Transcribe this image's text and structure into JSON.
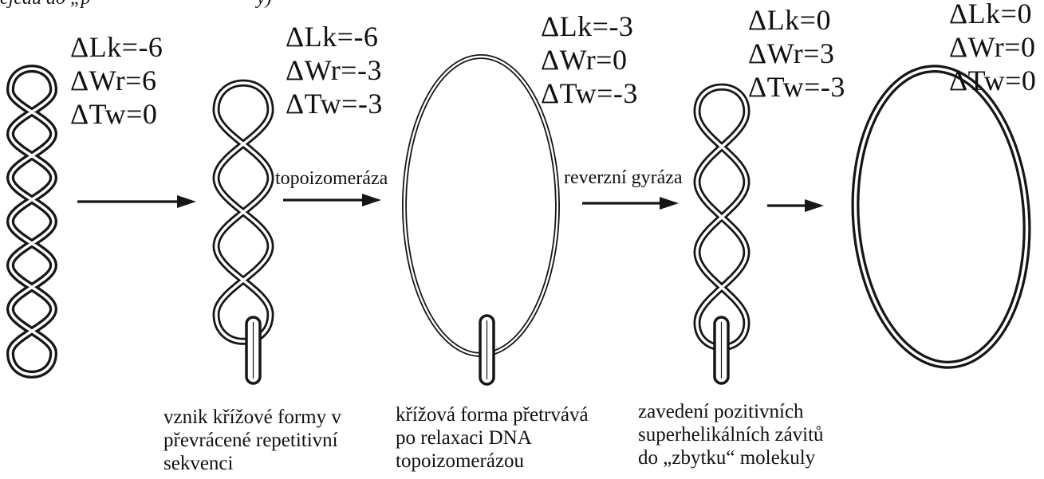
{
  "colors": {
    "ink": "#161616",
    "paper": "#ffffff"
  },
  "heading_fragment": {
    "left": "ejedu do „p",
    "right": "y)"
  },
  "states": [
    {
      "dLk": "ΔLk=-6",
      "dWr": "ΔWr=6",
      "dTw": "ΔTw=0"
    },
    {
      "dLk": "ΔLk=-6",
      "dWr": "ΔWr=-3",
      "dTw": "ΔTw=-3"
    },
    {
      "dLk": "ΔLk=-3",
      "dWr": "ΔWr=0",
      "dTw": "ΔTw=-3"
    },
    {
      "dLk": "ΔLk=0",
      "dWr": "ΔWr=3",
      "dTw": "ΔTw=-3"
    },
    {
      "dLk": "ΔLk=0",
      "dWr": "ΔWr=0",
      "dTw": "ΔTw=0"
    }
  ],
  "arrow_labels": {
    "topoisomerase": "topoizomeráza",
    "reverse_gyrase": "reverzní gyráza"
  },
  "captions": [
    [
      "vznik křížové formy v",
      "převrácené repetitivní",
      "sekvenci"
    ],
    [
      "křížová forma přetrvává",
      "po relaxaci DNA",
      "topoizomerázou"
    ],
    [
      "zavedení pozitivních",
      "superhelikálních závitů",
      "do „zbytku“ molekuly"
    ]
  ]
}
